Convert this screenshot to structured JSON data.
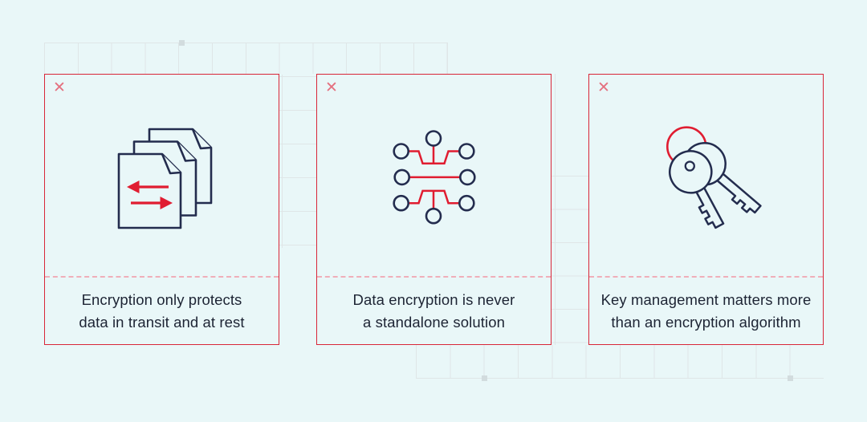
{
  "canvas": {
    "background_color": "#e9f7f8",
    "grid_line_color": "#dfe6e7",
    "grid_handle_dots": 3
  },
  "colors": {
    "card_border": "#d92638",
    "icon_red": "#e01d31",
    "icon_navy": "#232c4e",
    "caption_text": "#1d2434",
    "divider_dashed": "#f0aeb9",
    "close_mark": "#e4707f"
  },
  "cards": [
    {
      "close_glyph": "✕",
      "icon": "documents-transfer-icon",
      "line1": "Encryption only protects",
      "line2": "data in transit and at rest"
    },
    {
      "close_glyph": "✕",
      "icon": "circuit-nodes-icon",
      "line1": "Data encryption is never",
      "line2": "a standalone solution"
    },
    {
      "close_glyph": "✕",
      "icon": "keys-keyring-icon",
      "line1": "Key management matters more",
      "line2": "than an encryption algorithm"
    }
  ]
}
